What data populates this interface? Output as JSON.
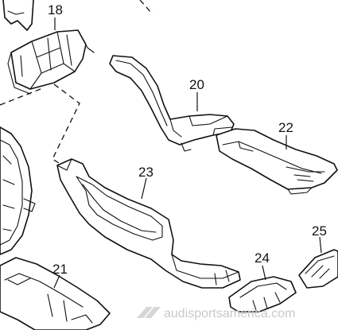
{
  "diagram": {
    "callouts": {
      "c18": "18",
      "c20": "20",
      "c21": "21",
      "c22": "22",
      "c23": "23",
      "c24": "24",
      "c25": "25"
    }
  },
  "watermark": {
    "text": "audisportsamerica.com"
  },
  "colors": {
    "line": "#111111",
    "watermark": "#c9c9c9",
    "background": "#ffffff"
  }
}
